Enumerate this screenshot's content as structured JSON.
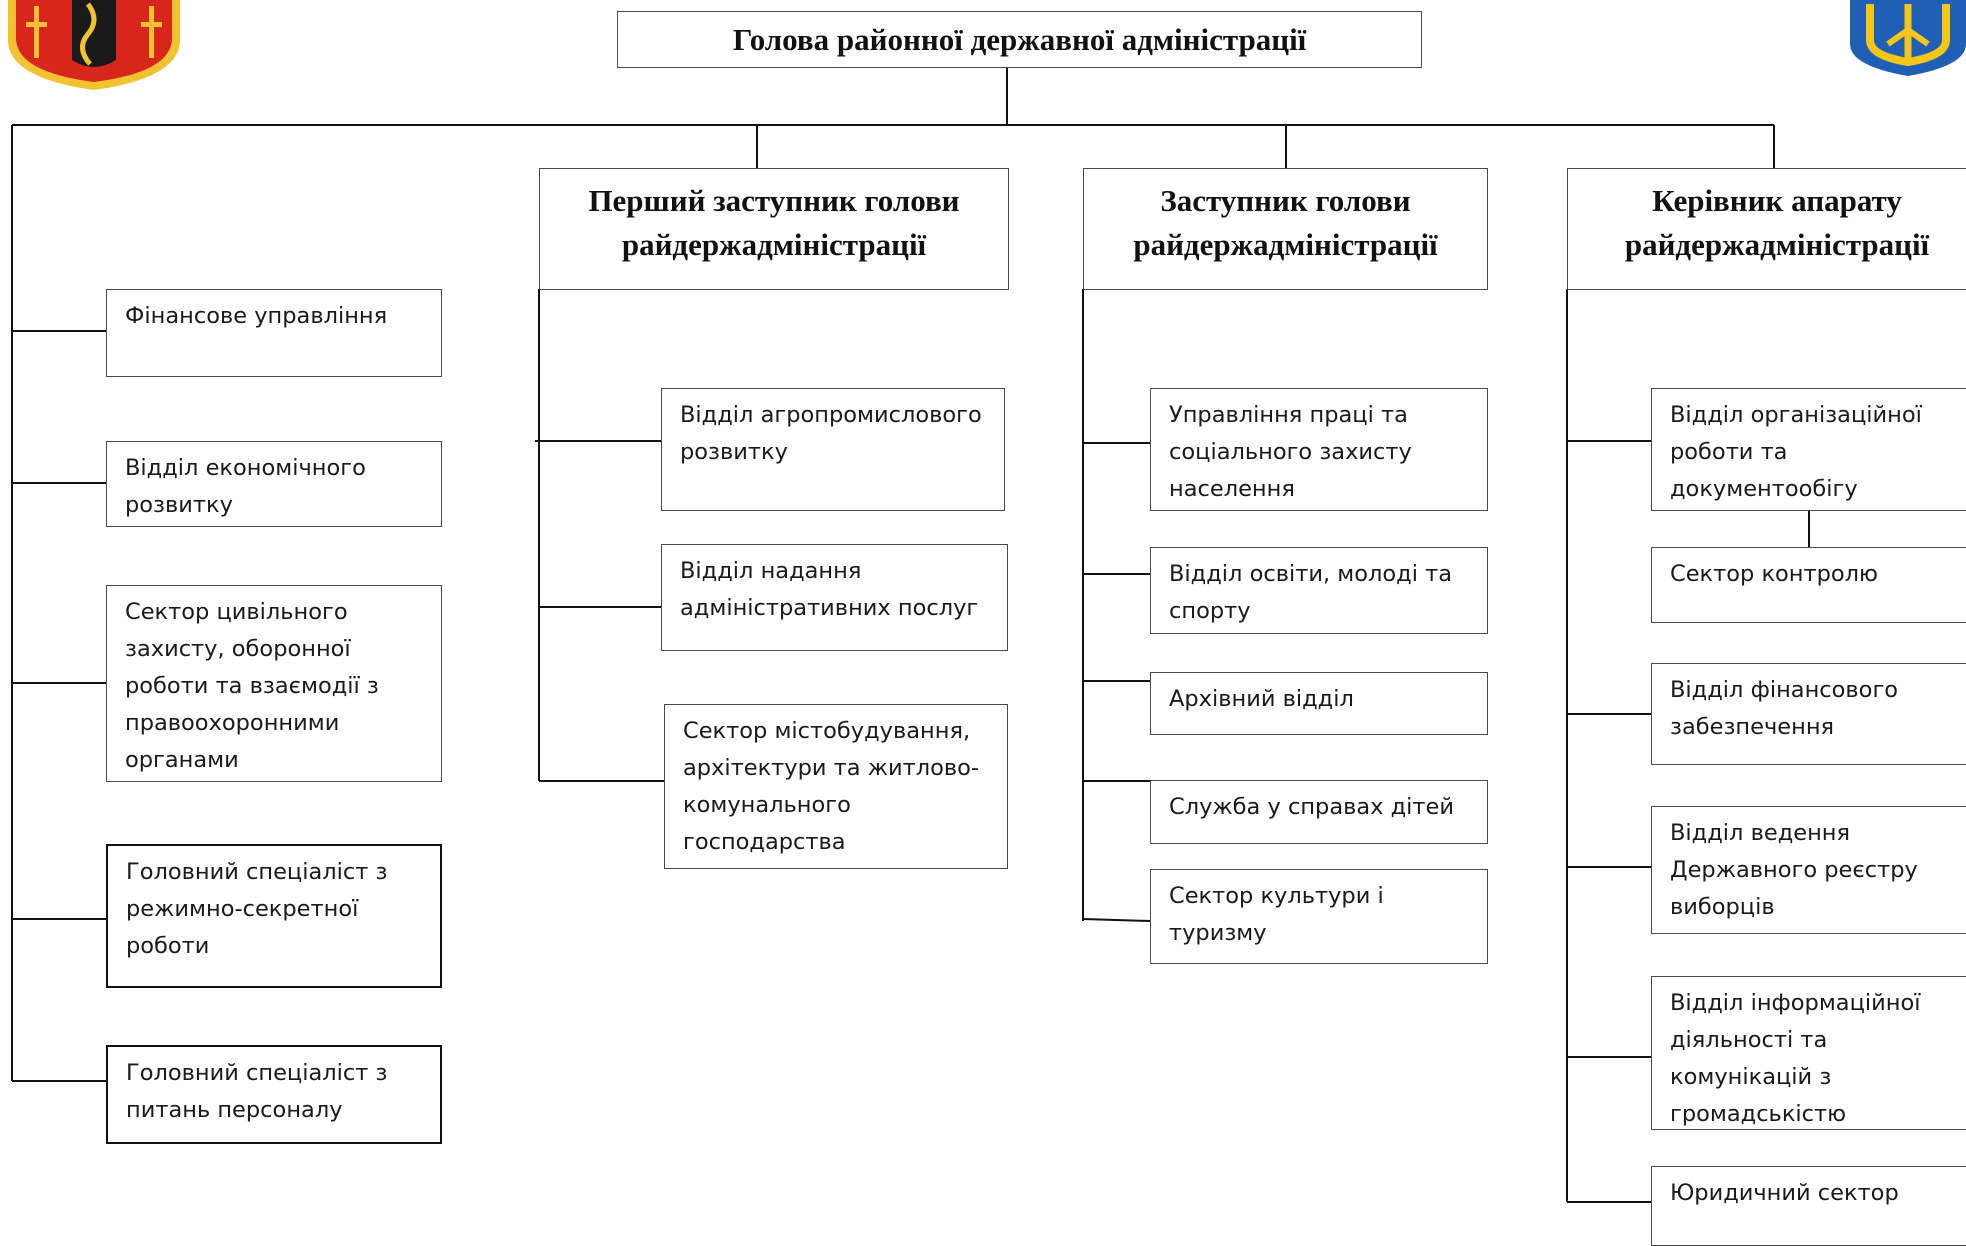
{
  "diagram": {
    "head": "Голова районної державної адміністрації",
    "deputies": [
      {
        "line1": "Перший заступник голови",
        "line2": "райдержадміністрації"
      },
      {
        "line1": "Заступник голови",
        "line2": "райдержадміністрації"
      },
      {
        "line1": "Керівник апарату",
        "line2": "райдержадміністрації"
      }
    ],
    "direct_units": [
      "Фінансове управління",
      "Відділ економічного\nрозвитку",
      "Сектор цивільного\nзахисту, оборонної\nроботи та взаємодії з\nправоохоронними\nорганами",
      "Головний спеціаліст з\nрежимно-секретної\nроботи",
      "Головний спеціаліст з\nпитань персоналу"
    ],
    "first_deputy_units": [
      "Відділ агропромислового\nрозвитку",
      "Відділ надання\nадміністративних послуг",
      "Сектор містобудування,\nархітектури та житлово-\nкомунального\nгосподарства"
    ],
    "deputy_units": [
      "Управління праці та\nсоціального захисту\nнаселення",
      "Відділ освіти, молоді та\nспорту",
      "Архівний відділ",
      "Служба у справах дітей",
      "Сектор культури і\nтуризму"
    ],
    "chief_of_staff_units": [
      "Відділ організаційної\nроботи та\nдокументообігу",
      "Сектор контролю",
      "Відділ фінансового\nзабезпечення",
      "Відділ ведення\nДержавного реєстру\nвиборців",
      "Відділ інформаційної\nдіяльності та\nкомунікацій з\nгромадськістю",
      "Юридичний сектор"
    ]
  },
  "logos": {
    "left": {
      "icon": "district-coat-of-arms-icon",
      "colors": [
        "#d8261c",
        "#f2c230",
        "#1a1a1a"
      ]
    },
    "right": {
      "icon": "ukraine-trident-coat-of-arms-icon",
      "colors": [
        "#1f5fb5",
        "#f5c518"
      ]
    }
  }
}
